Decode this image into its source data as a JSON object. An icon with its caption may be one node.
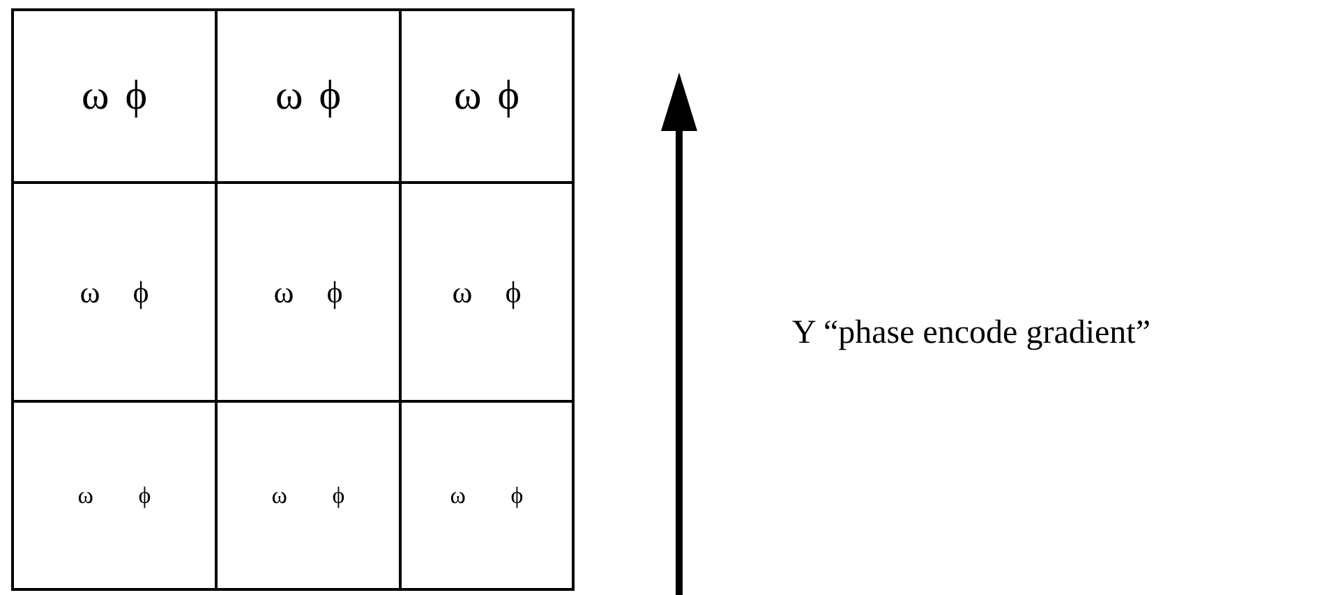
{
  "diagram": {
    "labels": [
      "ω ϕ",
      "ω ϕ",
      "ω ϕ",
      "ω ϕ",
      "ω ϕ",
      "ω ϕ",
      "ω ϕ",
      "ω ϕ",
      "ω ϕ",
      "Y “phase encode gradient”"
    ]
  }
}
